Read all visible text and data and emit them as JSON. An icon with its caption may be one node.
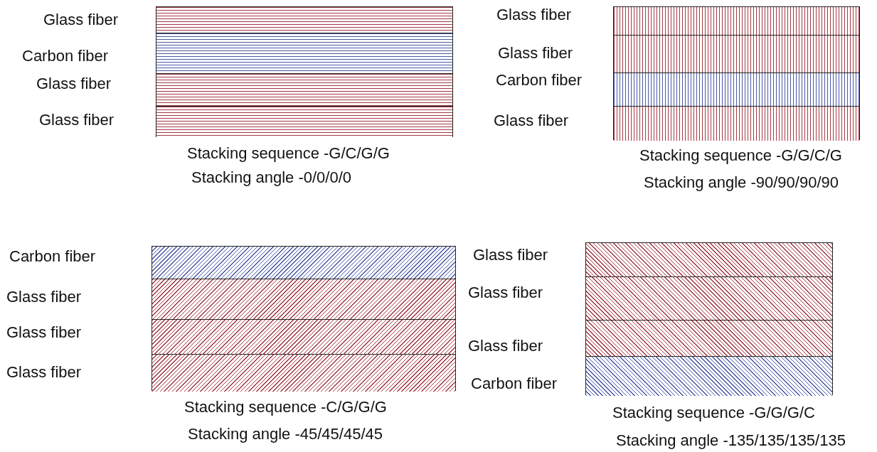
{
  "diagram": {
    "nodes": [
      {
        "text": [],
        "shape": "box",
        "beside": [
          "Stacking sequence -G/C/G/G",
          "Stacking angle -0/0/0/0"
        ]
      },
      {
        "text": [
          "Glass fiber"
        ],
        "in": 0
      },
      {
        "text": [
          "Carbon fiber"
        ],
        "in": 0
      },
      {
        "text": [
          "Glass fiber"
        ],
        "in": 0
      },
      {
        "text": [
          "Glass fiber"
        ],
        "in": 0
      },
      {
        "text": [],
        "shape": "box",
        "beside": [
          "Stacking sequence -G/G/C/G",
          "Stacking angle -90/90/90/90"
        ]
      },
      {
        "text": [
          "Glass fiber"
        ],
        "in": 5
      },
      {
        "text": [
          "Glass fiber"
        ],
        "in": 5
      },
      {
        "text": [
          "Carbon fiber"
        ],
        "in": 5
      },
      {
        "text": [
          "Glass fiber"
        ],
        "in": 5
      },
      {
        "text": [],
        "shape": "box",
        "beside": [
          "Stacking sequence -C/G/G/G",
          "Stacking angle -45/45/45/45"
        ]
      },
      {
        "text": [
          "Carbon fiber"
        ],
        "in": 10
      },
      {
        "text": [
          "Glass fiber"
        ],
        "in": 10
      },
      {
        "text": [
          "Glass fiber"
        ],
        "in": 10
      },
      {
        "text": [
          "Glass fiber"
        ],
        "in": 10
      },
      {
        "text": [],
        "shape": "box",
        "beside": [
          "Stacking sequence -G/G/G/C",
          "Stacking angle -135/135/135/135"
        ]
      },
      {
        "text": [
          "Glass fiber"
        ],
        "in": 15
      },
      {
        "text": [
          "Glass fiber"
        ],
        "in": 15
      },
      {
        "text": [
          "Glass fiber"
        ],
        "in": 15
      },
      {
        "text": [
          "Carbon fiber"
        ],
        "in": 15
      }
    ]
  }
}
